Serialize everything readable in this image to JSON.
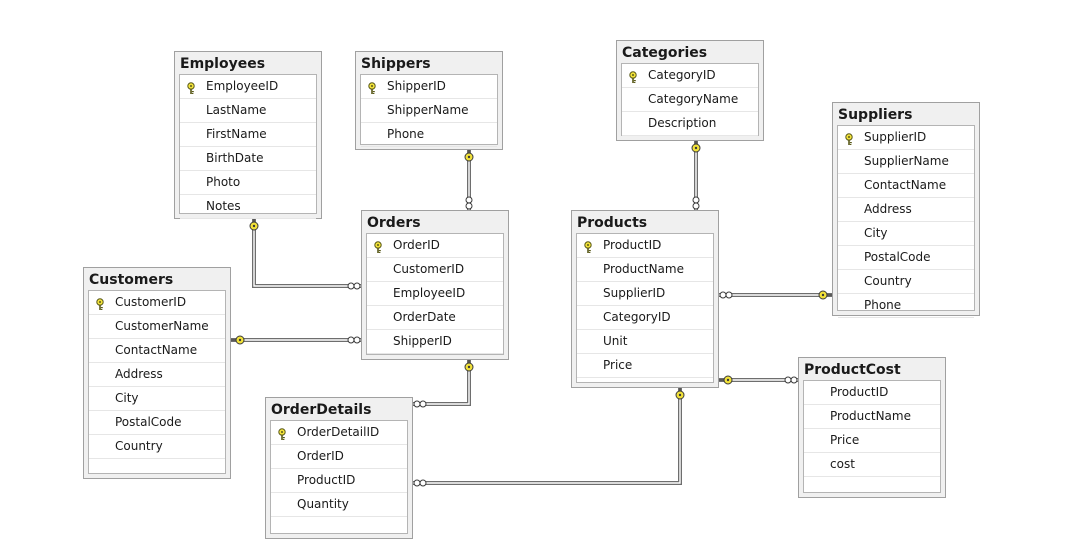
{
  "diagram": {
    "tables": [
      {
        "id": "employees",
        "name": "Employees",
        "columns": [
          {
            "name": "EmployeeID",
            "pk": true
          },
          {
            "name": "LastName"
          },
          {
            "name": "FirstName"
          },
          {
            "name": "BirthDate"
          },
          {
            "name": "Photo"
          },
          {
            "name": "Notes"
          }
        ]
      },
      {
        "id": "shippers",
        "name": "Shippers",
        "columns": [
          {
            "name": "ShipperID",
            "pk": true
          },
          {
            "name": "ShipperName"
          },
          {
            "name": "Phone"
          }
        ]
      },
      {
        "id": "categories",
        "name": "Categories",
        "columns": [
          {
            "name": "CategoryID",
            "pk": true
          },
          {
            "name": "CategoryName"
          },
          {
            "name": "Description"
          }
        ]
      },
      {
        "id": "suppliers",
        "name": "Suppliers",
        "columns": [
          {
            "name": "SupplierID",
            "pk": true
          },
          {
            "name": "SupplierName"
          },
          {
            "name": "ContactName"
          },
          {
            "name": "Address"
          },
          {
            "name": "City"
          },
          {
            "name": "PostalCode"
          },
          {
            "name": "Country"
          },
          {
            "name": "Phone"
          }
        ]
      },
      {
        "id": "orders",
        "name": "Orders",
        "columns": [
          {
            "name": "OrderID",
            "pk": true
          },
          {
            "name": "CustomerID"
          },
          {
            "name": "EmployeeID"
          },
          {
            "name": "OrderDate"
          },
          {
            "name": "ShipperID"
          }
        ]
      },
      {
        "id": "products",
        "name": "Products",
        "columns": [
          {
            "name": "ProductID",
            "pk": true
          },
          {
            "name": "ProductName"
          },
          {
            "name": "SupplierID"
          },
          {
            "name": "CategoryID"
          },
          {
            "name": "Unit"
          },
          {
            "name": "Price"
          }
        ]
      },
      {
        "id": "customers",
        "name": "Customers",
        "columns": [
          {
            "name": "CustomerID",
            "pk": true
          },
          {
            "name": "CustomerName"
          },
          {
            "name": "ContactName"
          },
          {
            "name": "Address"
          },
          {
            "name": "City"
          },
          {
            "name": "PostalCode"
          },
          {
            "name": "Country"
          }
        ]
      },
      {
        "id": "orderdetails",
        "name": "OrderDetails",
        "columns": [
          {
            "name": "OrderDetailID",
            "pk": true
          },
          {
            "name": "OrderID"
          },
          {
            "name": "ProductID"
          },
          {
            "name": "Quantity"
          }
        ]
      },
      {
        "id": "productcost",
        "name": "ProductCost",
        "columns": [
          {
            "name": "ProductID"
          },
          {
            "name": "ProductName"
          },
          {
            "name": "Price"
          },
          {
            "name": "cost"
          }
        ]
      }
    ],
    "relationships": [
      {
        "id": "employees-orders",
        "one": "employees",
        "many": "orders"
      },
      {
        "id": "shippers-orders",
        "one": "shippers",
        "many": "orders"
      },
      {
        "id": "customers-orders",
        "one": "customers",
        "many": "orders"
      },
      {
        "id": "orders-orderdetails",
        "one": "orders",
        "many": "orderdetails"
      },
      {
        "id": "products-orderdetails",
        "one": "products",
        "many": "orderdetails"
      },
      {
        "id": "categories-products",
        "one": "categories",
        "many": "products"
      },
      {
        "id": "suppliers-products",
        "one": "suppliers",
        "many": "products"
      },
      {
        "id": "products-productcost",
        "one": "products",
        "many": "productcost"
      }
    ],
    "colors": {
      "key": "#f2e23a",
      "line": "#6e6e6e",
      "border": "#a0a0a0",
      "header": "#f0f0f0"
    }
  }
}
